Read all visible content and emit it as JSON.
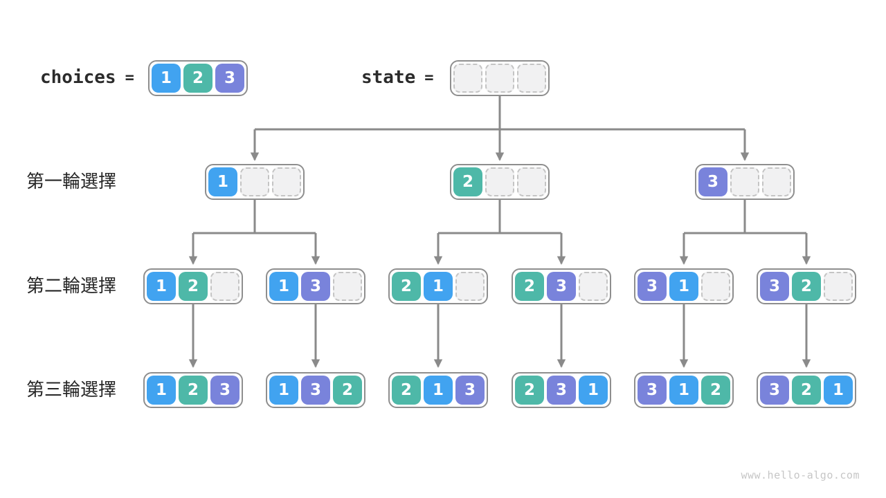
{
  "header": {
    "choices_label": "choices",
    "equals": "=",
    "state_label": "state",
    "choices": [
      "1",
      "2",
      "3"
    ],
    "state": [
      "",
      "",
      ""
    ]
  },
  "rows": [
    {
      "label": "第一輪選擇",
      "nodes": [
        [
          "1",
          "",
          ""
        ],
        [
          "2",
          "",
          ""
        ],
        [
          "3",
          "",
          ""
        ]
      ]
    },
    {
      "label": "第二輪選擇",
      "nodes": [
        [
          "1",
          "2",
          ""
        ],
        [
          "1",
          "3",
          ""
        ],
        [
          "2",
          "1",
          ""
        ],
        [
          "2",
          "3",
          ""
        ],
        [
          "3",
          "1",
          ""
        ],
        [
          "3",
          "2",
          ""
        ]
      ]
    },
    {
      "label": "第三輪選擇",
      "nodes": [
        [
          "1",
          "2",
          "3"
        ],
        [
          "1",
          "3",
          "2"
        ],
        [
          "2",
          "1",
          "3"
        ],
        [
          "2",
          "3",
          "1"
        ],
        [
          "3",
          "1",
          "2"
        ],
        [
          "3",
          "2",
          "1"
        ]
      ]
    }
  ],
  "watermark": "www.hello-algo.com",
  "colors": {
    "values": {
      "1": "#41A3F0",
      "2": "#4EB8A8",
      "3": "#7983DB"
    },
    "arrow": "#8A8A8A",
    "node_border": "#8E8E8E",
    "empty_cell_bg": "#F1F1F2",
    "empty_cell_border": "#C4C4C4",
    "label_text": "#262626",
    "watermark_text": "#C6C6C6"
  }
}
